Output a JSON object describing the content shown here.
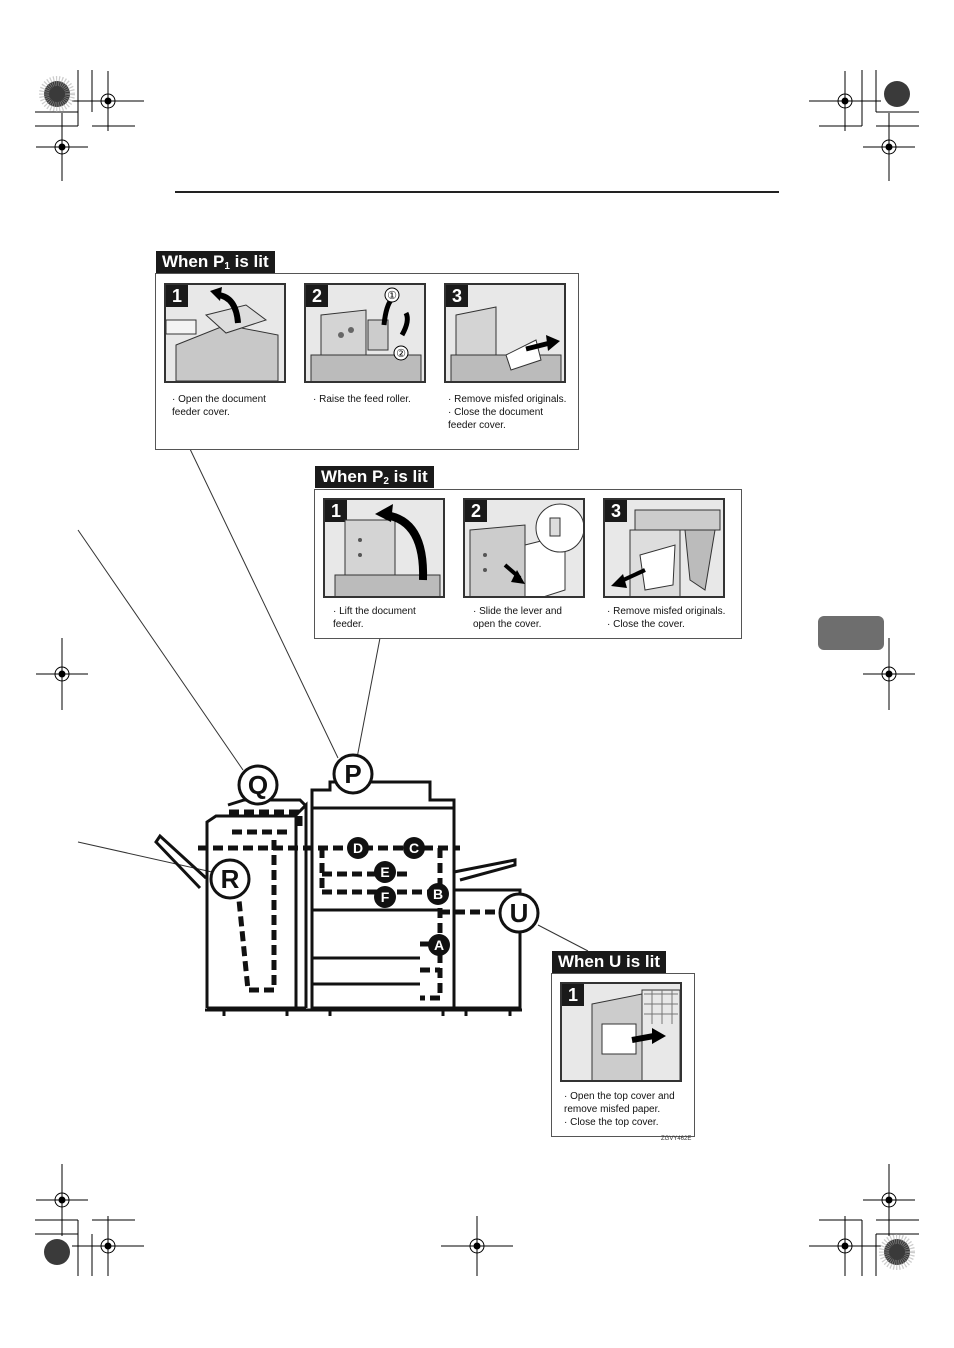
{
  "panels": {
    "p1": {
      "header": "When P",
      "header_sub": "1",
      "header_tail": " is lit",
      "steps": [
        {
          "num": "1",
          "lines": [
            "· Open the document",
            "  feeder cover."
          ]
        },
        {
          "num": "2",
          "lines": [
            "· Raise the feed roller."
          ]
        },
        {
          "num": "3",
          "lines": [
            "· Remove misfed originals.",
            "· Close the document",
            "  feeder cover."
          ]
        }
      ]
    },
    "p2": {
      "header": "When P",
      "header_sub": "2",
      "header_tail": " is lit",
      "steps": [
        {
          "num": "1",
          "lines": [
            "· Lift the document",
            "  feeder."
          ]
        },
        {
          "num": "2",
          "lines": [
            "· Slide the lever and",
            "  open the cover."
          ]
        },
        {
          "num": "3",
          "lines": [
            "· Remove misfed originals.",
            "· Close the cover."
          ]
        }
      ]
    },
    "u": {
      "header": "When U is lit",
      "steps": [
        {
          "num": "1",
          "lines": [
            "· Open the top cover and",
            "  remove misfed paper.",
            "· Close the top cover."
          ]
        }
      ]
    }
  },
  "diagram": {
    "big_labels": [
      "Q",
      "P",
      "R",
      "U"
    ],
    "small_labels": [
      "D",
      "C",
      "E",
      "F",
      "B",
      "A"
    ],
    "step2_callouts": [
      "①",
      "②"
    ]
  },
  "figure_code": "ZGVY462E"
}
